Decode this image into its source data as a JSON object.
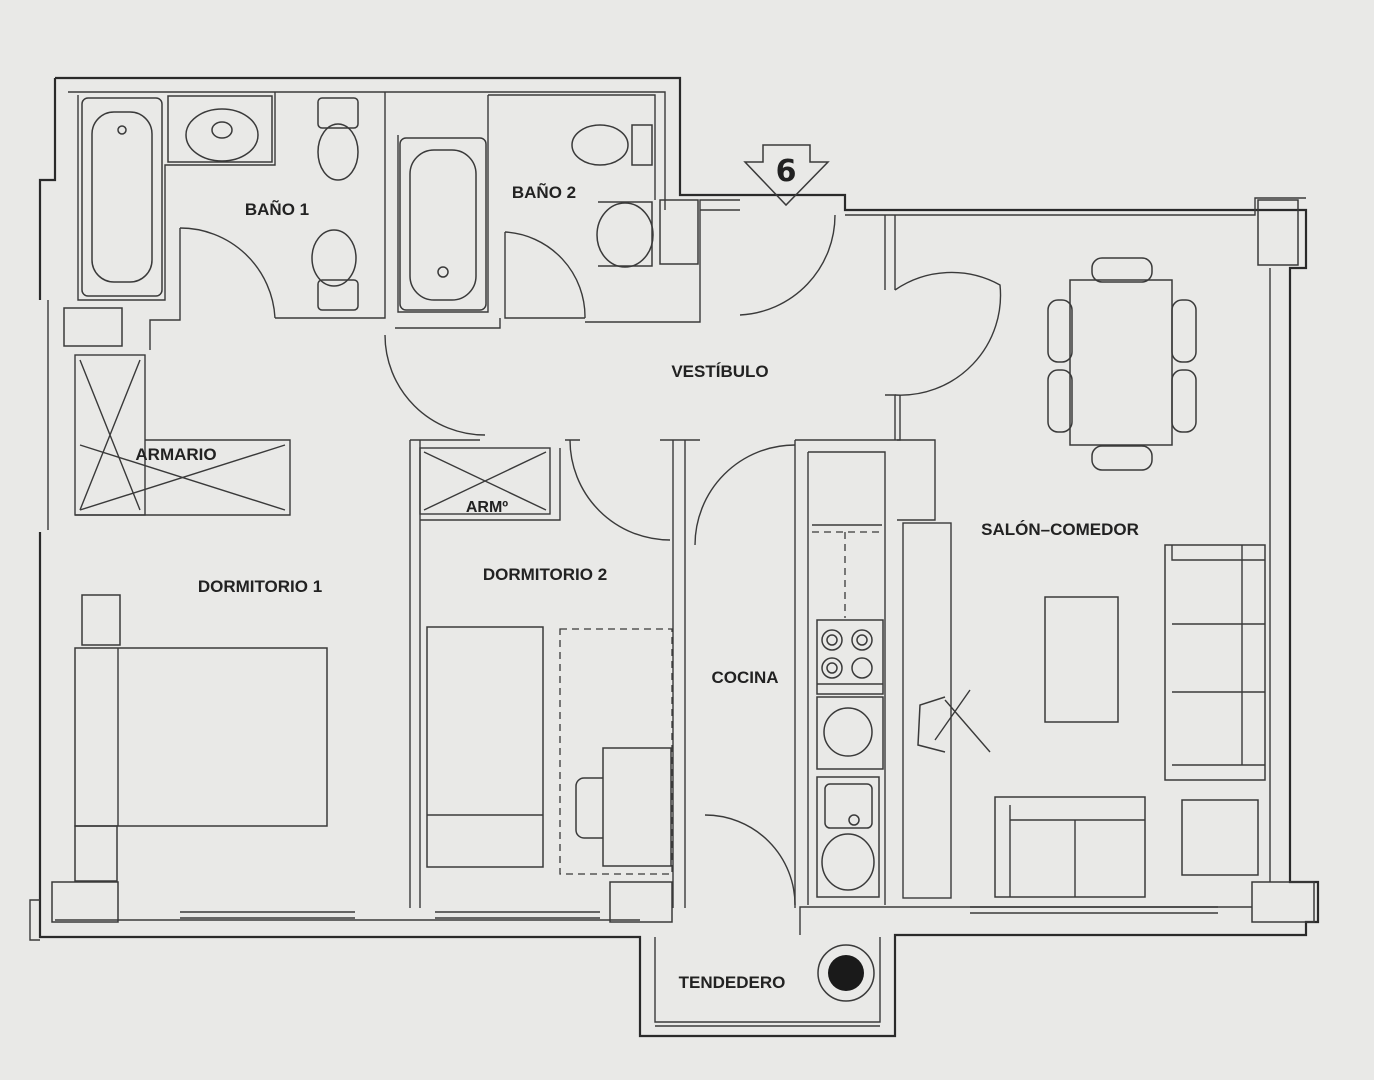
{
  "rooms": {
    "bano1": "BAÑO 1",
    "bano2": "BAÑO 2",
    "vestibulo": "VESTÍBULO",
    "armario": "ARMARIO",
    "armario2": "ARMº",
    "dormitorio1": "DORMITORIO 1",
    "dormitorio2": "DORMITORIO 2",
    "cocina": "COCINA",
    "salon": "SALÓN–COMEDOR",
    "tendedero": "TENDEDERO"
  },
  "entrance": {
    "number": "6"
  },
  "colors": {
    "paper": "#e9e9e7",
    "ink": "#2a2a2a"
  }
}
